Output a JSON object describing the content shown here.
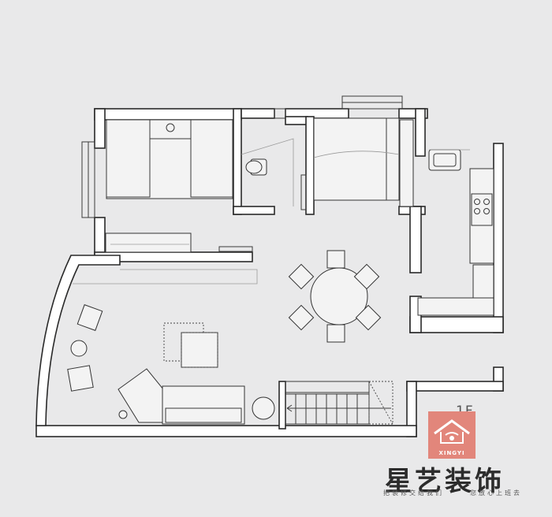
{
  "floor_label": "1F",
  "logo": {
    "pinyin": "XINGYI",
    "mark_icon": "house-roof-logo-icon",
    "color": "#e2867b"
  },
  "brand": {
    "name": "星艺装饰",
    "slogan_left": "把装修交给我们",
    "slogan_right": "您放心上班去"
  }
}
